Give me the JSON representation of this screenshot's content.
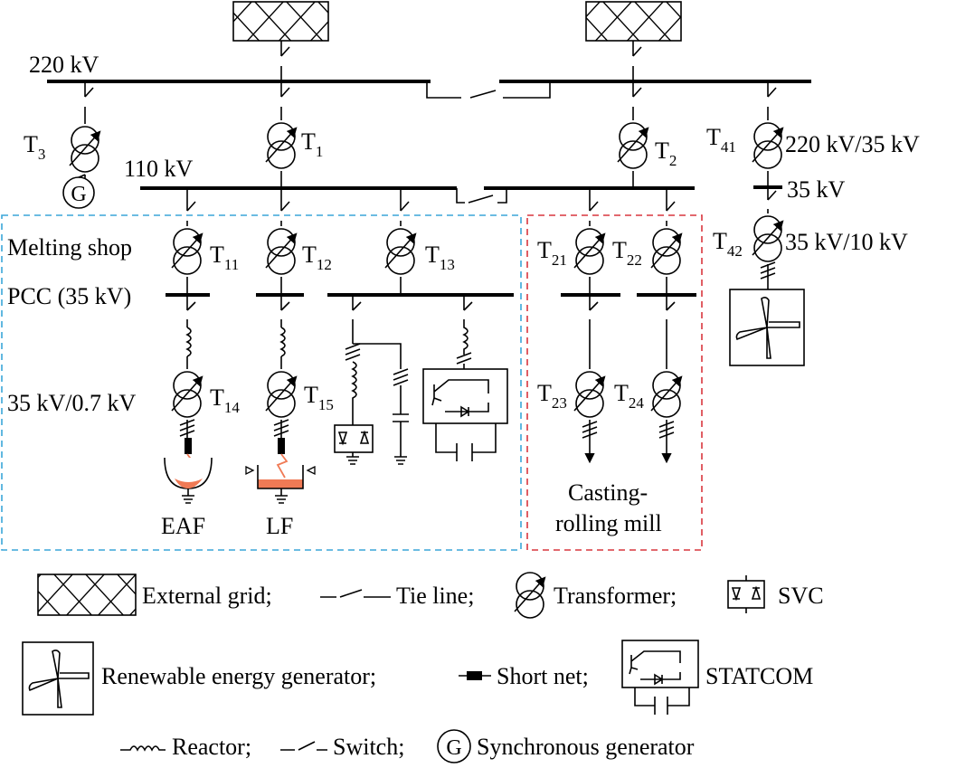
{
  "bus_labels": {
    "v220": "220 kV",
    "v110": "110 kV",
    "v35": "35 kV",
    "pcc": "PCC (35 kV)",
    "melting_shop": "Melting shop"
  },
  "transformers": {
    "t3": {
      "main": "T",
      "sub": "3"
    },
    "t1": {
      "main": "T",
      "sub": "1"
    },
    "t2": {
      "main": "T",
      "sub": "2"
    },
    "t41": {
      "main": "T",
      "sub": "41"
    },
    "t42": {
      "main": "T",
      "sub": "42"
    },
    "t11": {
      "main": "T",
      "sub": "11"
    },
    "t12": {
      "main": "T",
      "sub": "12"
    },
    "t13": {
      "main": "T",
      "sub": "13"
    },
    "t14": {
      "main": "T",
      "sub": "14"
    },
    "t15": {
      "main": "T",
      "sub": "15"
    },
    "t21": {
      "main": "T",
      "sub": "21"
    },
    "t22": {
      "main": "T",
      "sub": "22"
    },
    "t23": {
      "main": "T",
      "sub": "23"
    },
    "t24": {
      "main": "T",
      "sub": "24"
    }
  },
  "ratings": {
    "t41": "220 kV/35 kV",
    "t42": "35 kV/10 kV",
    "t14": "35 kV/0.7 kV"
  },
  "generator_letter": "G",
  "loads": {
    "eaf": "EAF",
    "lf": "LF",
    "casting_line1": "Casting-",
    "casting_line2": "rolling mill"
  },
  "legend": {
    "external_grid": "External grid;",
    "tie_line": "Tie line;",
    "transformer": "Transformer;",
    "svc": "SVC",
    "renewable": "Renewable energy generator;",
    "short_net": "Short net;",
    "statcom": "STATCOM",
    "reactor": "Reactor;",
    "switch": "Switch;",
    "sync_gen": "Synchronous generator",
    "g_letter": "G"
  },
  "colors": {
    "melting_shop_box": "#3aa6d9",
    "casting_box": "#d9363e",
    "molten_metal": "#f07a55"
  }
}
